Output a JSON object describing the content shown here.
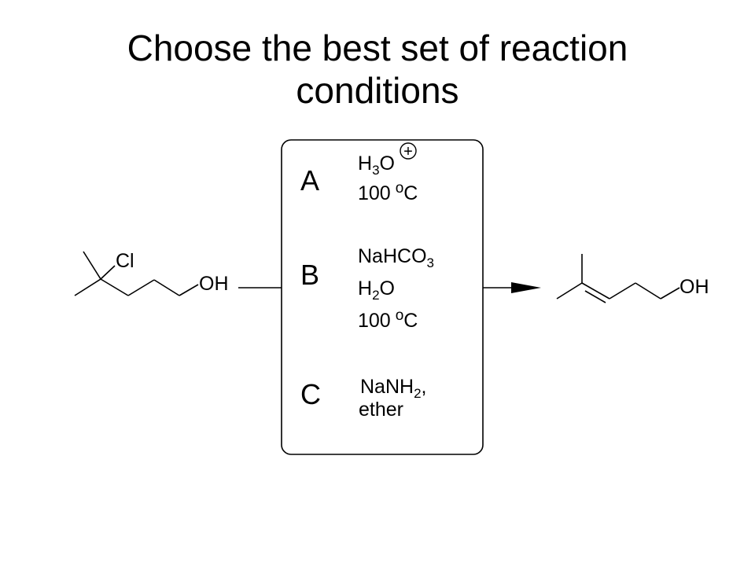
{
  "title": {
    "line1": "Choose the best set of reaction",
    "line2": "conditions"
  },
  "reactant": {
    "substituent": "Cl",
    "end_group": "OH"
  },
  "product": {
    "end_group": "OH"
  },
  "options": [
    {
      "letter": "A",
      "reagent1": {
        "main": "H",
        "sub": "3",
        "main2": "O"
      },
      "charge": "+",
      "temp_num": "100",
      "temp_deg": "o",
      "temp_unit": "C"
    },
    {
      "letter": "B",
      "reagent1": {
        "main": "NaHCO",
        "sub": "3"
      },
      "reagent2": {
        "main": "H",
        "sub": "2",
        "main2": "O"
      },
      "temp_num": "100",
      "temp_deg": "o",
      "temp_unit": "C"
    },
    {
      "letter": "C",
      "reagent1": {
        "main": "NaNH",
        "sub": "2",
        "main2": ","
      },
      "reagent2_text": "ether"
    }
  ]
}
